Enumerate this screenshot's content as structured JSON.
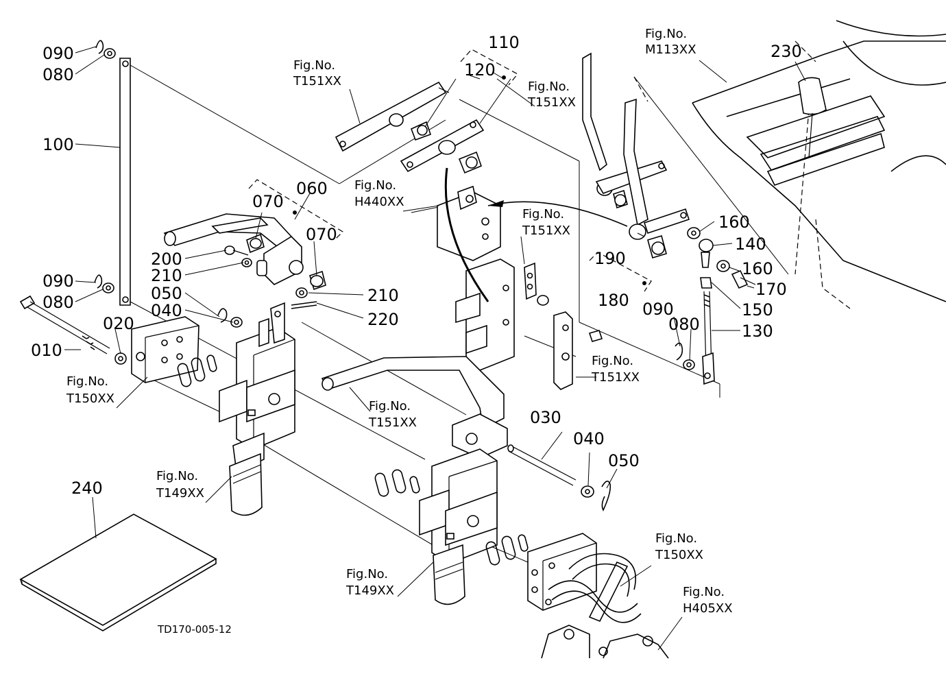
{
  "diagram_code": "TD170-005-12",
  "part_labels": {
    "p010": "010",
    "p020": "020",
    "p030": "030",
    "p040a": "040",
    "p040b": "040",
    "p050a": "050",
    "p050b": "050",
    "p060": "060",
    "p070a": "070",
    "p070b": "070",
    "p080a": "080",
    "p080b": "080",
    "p080c": "080",
    "p090a": "090",
    "p090b": "090",
    "p090c": "090",
    "p100": "100",
    "p110": "110",
    "p120": "120",
    "p130": "130",
    "p140": "140",
    "p150": "150",
    "p160a": "160",
    "p160b": "160",
    "p170": "170",
    "p180": "180",
    "p190": "190",
    "p200": "200",
    "p210a": "210",
    "p210b": "210",
    "p220": "220",
    "p230": "230",
    "p240": "240"
  },
  "fig_prefix": "Fig.No.",
  "fig_refs": {
    "f1": "T151XX",
    "f2": "T151XX",
    "f3": "M113XX",
    "f4": "H440XX",
    "f5": "T151XX",
    "f6": "T151XX",
    "f7": "T150XX",
    "f8": "T151XX",
    "f9": "T149XX",
    "f10": "T149XX",
    "f11": "T150XX",
    "f12": "H405XX"
  }
}
